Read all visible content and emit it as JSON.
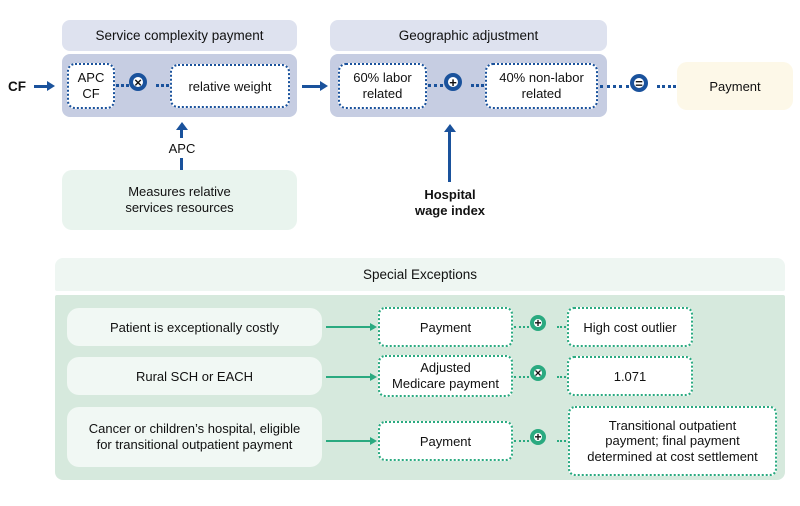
{
  "top": {
    "cf_label": "CF",
    "service_complexity": {
      "title": "Service complexity payment",
      "left_box": "APC\nCF",
      "operator": "×",
      "right_box": "relative weight"
    },
    "geographic": {
      "title": "Geographic adjustment",
      "left_box": "60% labor\nrelated",
      "operator": "+",
      "right_box": "40% non-labor\nrelated"
    },
    "equals_symbol": "=",
    "payment_label": "Payment",
    "apc_label": "APC",
    "measures_box": "Measures relative\nservices resources",
    "hospital_wage_index": "Hospital\nwage index"
  },
  "exceptions": {
    "title": "Special Exceptions",
    "rows": [
      {
        "condition": "Patient is exceptionally costly",
        "base": "Payment",
        "operator": "+",
        "adjustment": "High cost outlier"
      },
      {
        "condition": "Rural SCH or EACH",
        "base": "Adjusted\nMedicare payment",
        "operator": "×",
        "adjustment": "1.071"
      },
      {
        "condition": "Cancer or children’s hospital, eligible\nfor transitional outpatient payment",
        "base": "Payment",
        "operator": "+",
        "adjustment": "Transitional outpatient\npayment; final payment\ndetermined at cost settlement"
      }
    ]
  },
  "colors": {
    "navy": "#1a529c",
    "lav-head": "#dee2ef",
    "lav-body": "#c6cde2",
    "cream": "#fdf8e8",
    "mint": "#e9f4ee",
    "green": "#2aaa80",
    "se-head": "#eef6f2",
    "se-body": "#d6e9dd",
    "row-box": "#f1f8f4",
    "text": "#111111"
  }
}
